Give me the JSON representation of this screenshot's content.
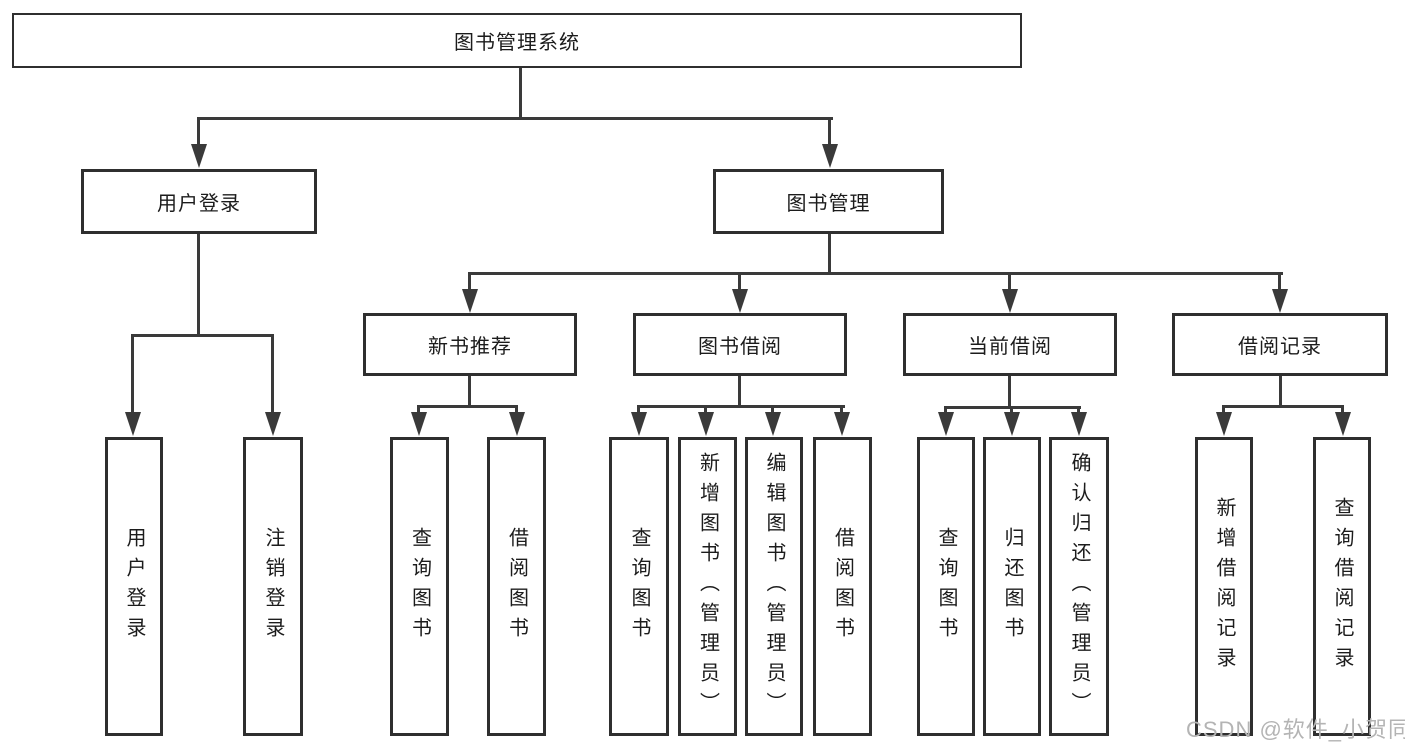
{
  "nodes": {
    "root": "图书管理系统",
    "user_login": "用户登录",
    "book_mgmt": "图书管理",
    "new_book": "新书推荐",
    "book_borrow": "图书借阅",
    "current_borrow": "当前借阅",
    "borrow_record": "借阅记录"
  },
  "leaves": {
    "user": [
      "用户登录",
      "注销登录"
    ],
    "new_book": [
      "查询图书",
      "借阅图书"
    ],
    "book_borrow": [
      "查询图书",
      "新增图书（管理员）",
      "编辑图书（管理员）",
      "借阅图书"
    ],
    "current_borrow": [
      "查询图书",
      "归还图书",
      "确认归还（管理员）"
    ],
    "borrow_record": [
      "新增借阅记录",
      "查询借阅记录"
    ]
  },
  "watermark": "CSDN @软件_小贺同学",
  "colors": {
    "line": "#3a3a3a",
    "box_border": "#2f2f2f",
    "text": "#1c1c1c",
    "watermark": "#b4b4b4",
    "background": "#ffffff"
  }
}
